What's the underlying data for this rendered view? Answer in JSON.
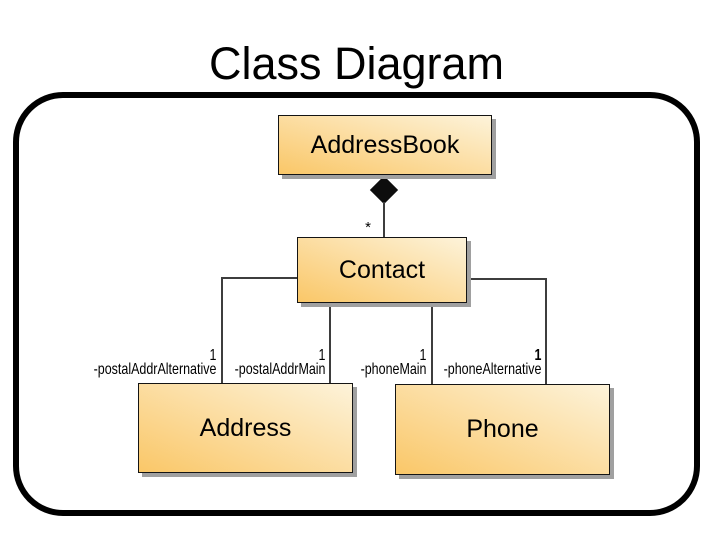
{
  "slide": {
    "title": "Class Diagram"
  },
  "diagram": {
    "classes": [
      {
        "name": "AddressBook"
      },
      {
        "name": "Contact"
      },
      {
        "name": "Address"
      },
      {
        "name": "Phone"
      }
    ],
    "composition": {
      "from": "AddressBook",
      "to": "Contact",
      "type": "composition",
      "multiplicity": "*"
    },
    "associations": [
      {
        "from": "Contact",
        "to": "Address",
        "role": "-postalAddrAlternative",
        "multiplicity": "1"
      },
      {
        "from": "Contact",
        "to": "Address",
        "role": "-postalAddrMain",
        "multiplicity": "1"
      },
      {
        "from": "Contact",
        "to": "Phone",
        "role": "-phoneMain",
        "multiplicity": "1"
      },
      {
        "from": "Contact",
        "to": "Phone",
        "role": "-phoneAlternative",
        "multiplicity": "1"
      }
    ],
    "colors": {
      "background": "#ffffff",
      "text": "#000000",
      "frame_border": "#000000",
      "box_border": "#141414",
      "box_gradient_start": "#fac768",
      "box_gradient_end": "#fdf3da",
      "shadow": "#a0a0a0",
      "connector": "#3d3d3d"
    }
  }
}
